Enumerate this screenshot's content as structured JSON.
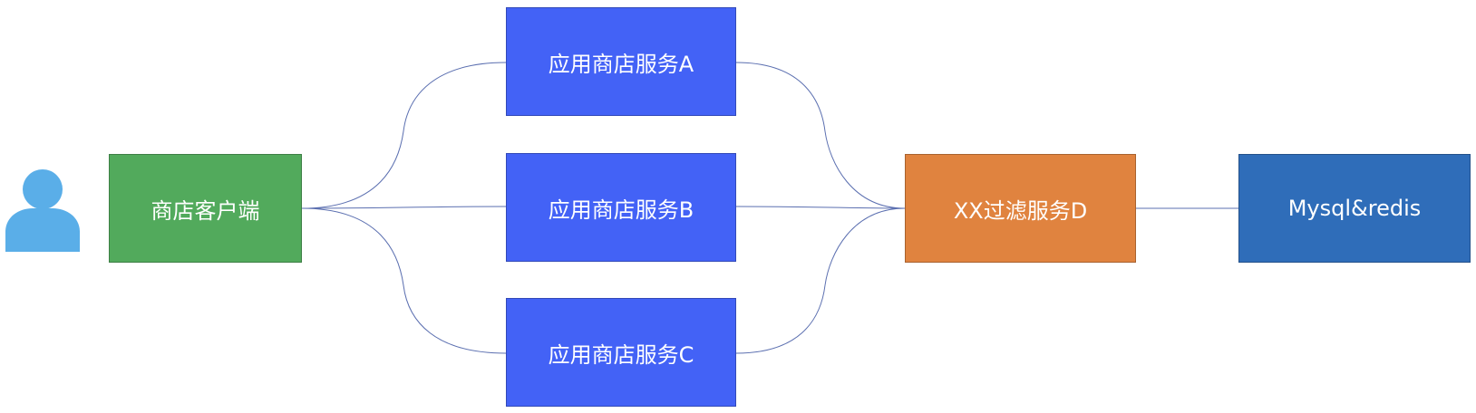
{
  "nodes": {
    "client": {
      "label": "商店客户端",
      "color": "#52aa5c"
    },
    "service_a": {
      "label": "应用商店服务A",
      "color": "#4362f6"
    },
    "service_b": {
      "label": "应用商店服务B",
      "color": "#4362f6"
    },
    "service_c": {
      "label": "应用商店服务C",
      "color": "#4362f6"
    },
    "filter": {
      "label": "XX过滤服务D",
      "color": "#e0833f"
    },
    "database": {
      "label": "Mysql&redis",
      "color": "#2f6db9"
    }
  },
  "user_icon": {
    "icon": "user-icon",
    "color": "#5aaee8"
  },
  "edges": [
    {
      "from": "client",
      "to": "service_a"
    },
    {
      "from": "client",
      "to": "service_b"
    },
    {
      "from": "client",
      "to": "service_c"
    },
    {
      "from": "service_a",
      "to": "filter"
    },
    {
      "from": "service_b",
      "to": "filter"
    },
    {
      "from": "service_c",
      "to": "filter"
    },
    {
      "from": "filter",
      "to": "database"
    }
  ],
  "edge_color": "#5b6fb0"
}
